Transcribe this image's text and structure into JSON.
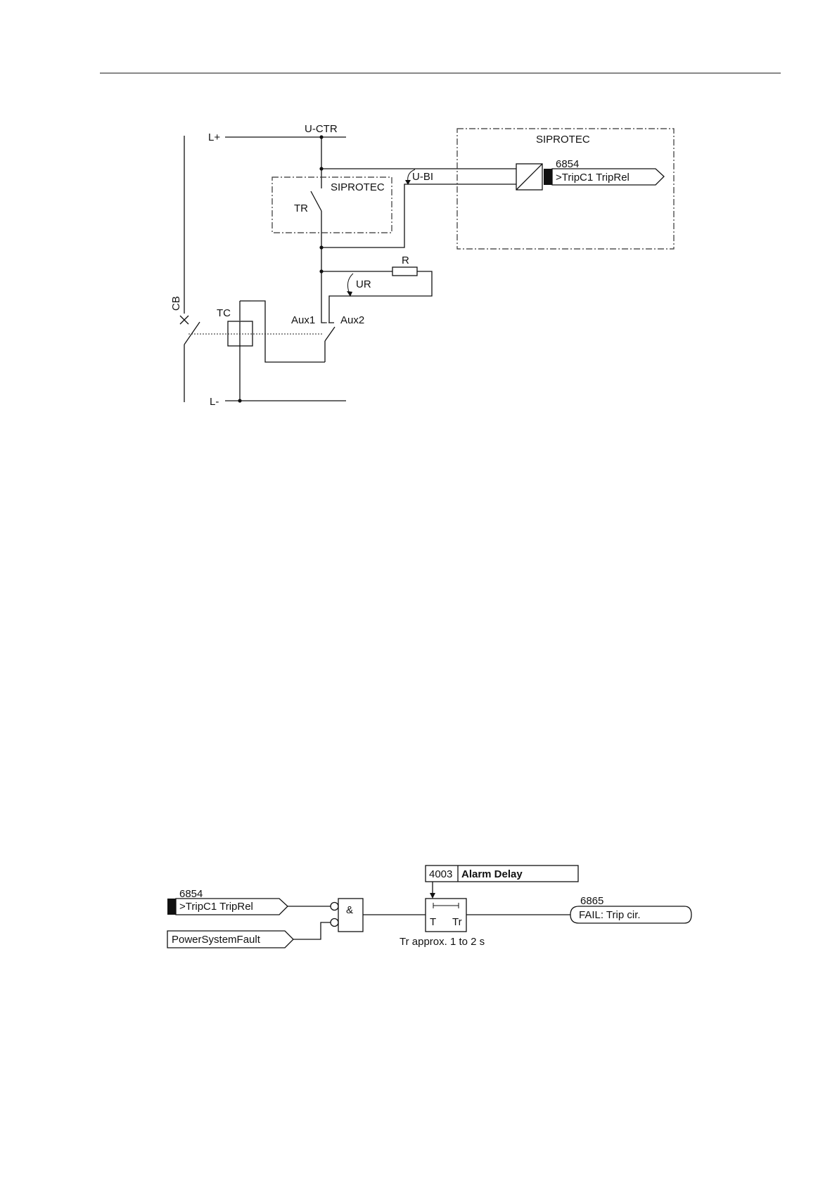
{
  "circuit": {
    "l_plus": "L+",
    "l_minus": "L-",
    "u_ctr": "U-CTR",
    "u_bi": "U-BI",
    "siprotec_inner": "SIPROTEC",
    "siprotec_outer": "SIPROTEC",
    "tr": "TR",
    "r": "R",
    "ur": "UR",
    "cb": "CB",
    "tc": "TC",
    "aux1": "Aux1",
    "aux2": "Aux2",
    "binary_input": {
      "number": "6854",
      "label": ">TripC1 TripRel"
    }
  },
  "logic": {
    "input1": {
      "number": "6854",
      "label": ">TripC1 TripRel"
    },
    "input2": {
      "label": "PowerSystemFault"
    },
    "and_gate": "&",
    "parameter": {
      "number": "4003",
      "label": "Alarm Delay"
    },
    "timer": {
      "t": "T",
      "tr": "Tr"
    },
    "timer_note": "Tr approx. 1 to 2 s",
    "output": {
      "number": "6865",
      "label": "FAIL: Trip cir."
    }
  }
}
